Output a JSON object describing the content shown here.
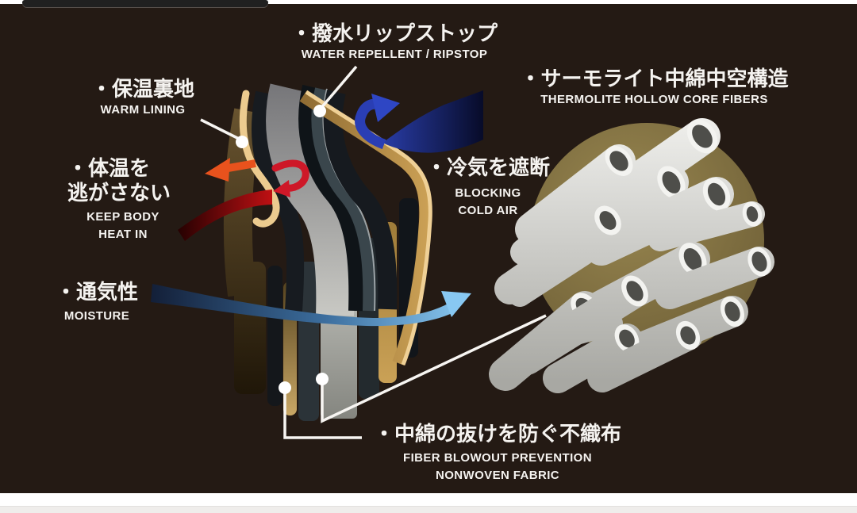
{
  "page": {
    "top_gap": {
      "strip_color": "#ffffff",
      "bar_color": "#202020"
    },
    "background_color": "#241a14",
    "bottom_gap": {
      "strip_color": "#ffffff",
      "footer_color": "#efedeb"
    }
  },
  "labels": {
    "water_repellent": {
      "jp": "・撥水リップストップ",
      "en": "WATER REPELLENT / RIPSTOP"
    },
    "warm_lining": {
      "jp": "・保温裏地",
      "en": "WARM LINING"
    },
    "keep_body_heat": {
      "jp_line1": "・体温を",
      "jp_line2": "逃がさない",
      "en_line1": "KEEP BODY",
      "en_line2": "HEAT IN"
    },
    "moisture": {
      "jp": "・通気性",
      "en": "MOISTURE"
    },
    "thermolite": {
      "jp": "・サーモライト中綿中空構造",
      "en": "THERMOLITE HOLLOW CORE FIBERS"
    },
    "blocking_cold_air": {
      "jp": "・冷気を遮断",
      "en_line1": "BLOCKING",
      "en_line2": "COLD AIR"
    },
    "nonwoven": {
      "jp": "・中綿の抜けを防ぐ不織布",
      "en_line1": "FIBER BLOWOUT PREVENTION",
      "en_line2": "NONWOVEN FABRIC"
    }
  },
  "colors": {
    "text": "#f5f3f0",
    "heat_arrow_red": "#e8521d",
    "heat_band_red": "#c01013",
    "cold_air_navy": "#2a3eb4",
    "moisture_blue": "#88c8f2",
    "shell_gold": "#c59c50",
    "lining_tan": "#eccb8f",
    "fiber_circle_khaki": "#8b7a48"
  }
}
